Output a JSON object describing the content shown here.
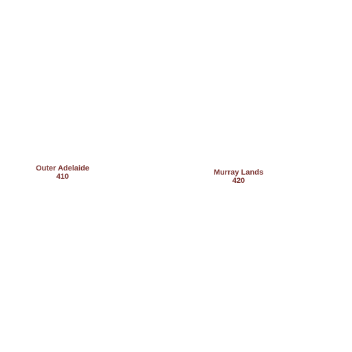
{
  "label_color": "#7a3330",
  "regions": [
    {
      "name": "Outer Adelaide",
      "code": "410"
    },
    {
      "name": "Murray Lands",
      "code": "420"
    }
  ]
}
